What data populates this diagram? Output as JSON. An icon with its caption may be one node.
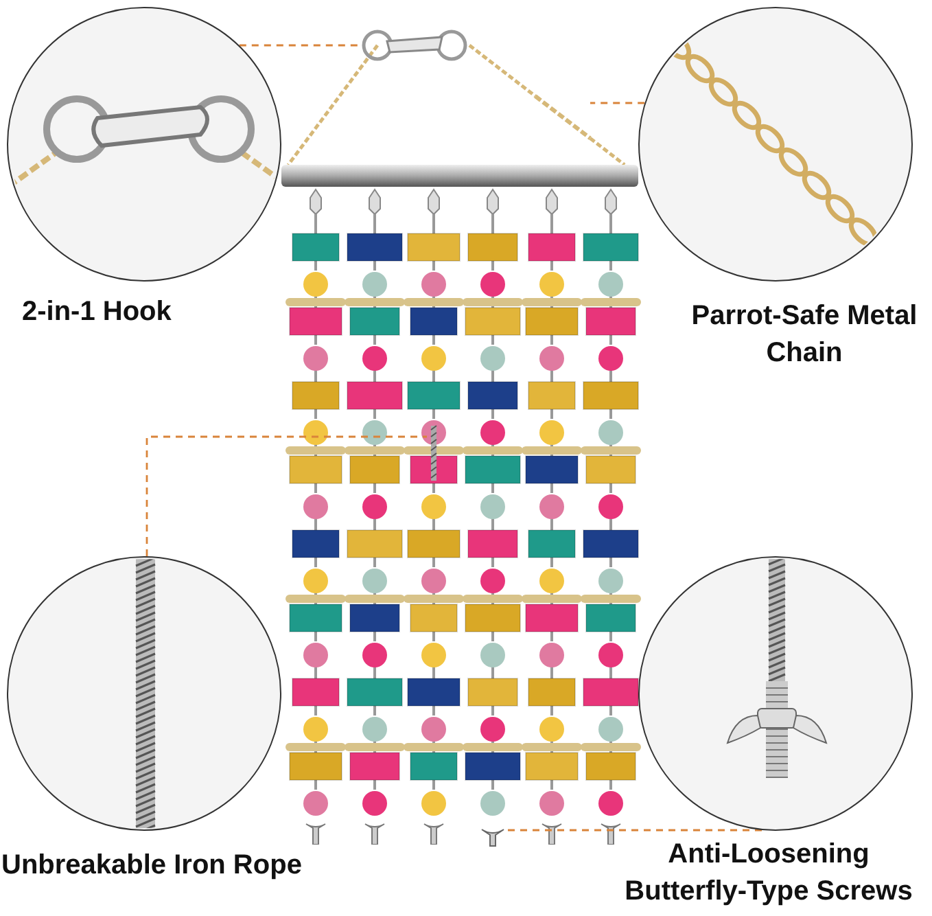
{
  "diagram": {
    "nodes": [
      {
        "text": [],
        "shape": "picture"
      },
      {
        "text": [],
        "shape": "picture",
        "in": 0
      },
      {
        "text": [],
        "shape": "picture",
        "in": 0
      },
      {
        "text": [],
        "shape": "picture",
        "in": 0
      },
      {
        "text": [],
        "shape": "picture",
        "in": 0
      },
      {
        "text": [
          "2-in-1 Hook"
        ]
      },
      {
        "text": [
          "Parrot-Safe Metal Chain"
        ]
      },
      {
        "text": [
          "Unbreakable Iron Rope"
        ]
      },
      {
        "text": [
          "Anti-Loosening Butterfly-Type Screws"
        ]
      }
    ],
    "edges": [
      {
        "from": 5,
        "to": 1,
        "arrow": "none",
        "style": "dashed"
      },
      {
        "from": 6,
        "to": 2,
        "arrow": "none",
        "style": "dashed"
      },
      {
        "from": 7,
        "to": 3,
        "arrow": "none",
        "style": "dashed"
      },
      {
        "from": 8,
        "to": 4,
        "arrow": "none",
        "style": "dashed"
      }
    ]
  }
}
